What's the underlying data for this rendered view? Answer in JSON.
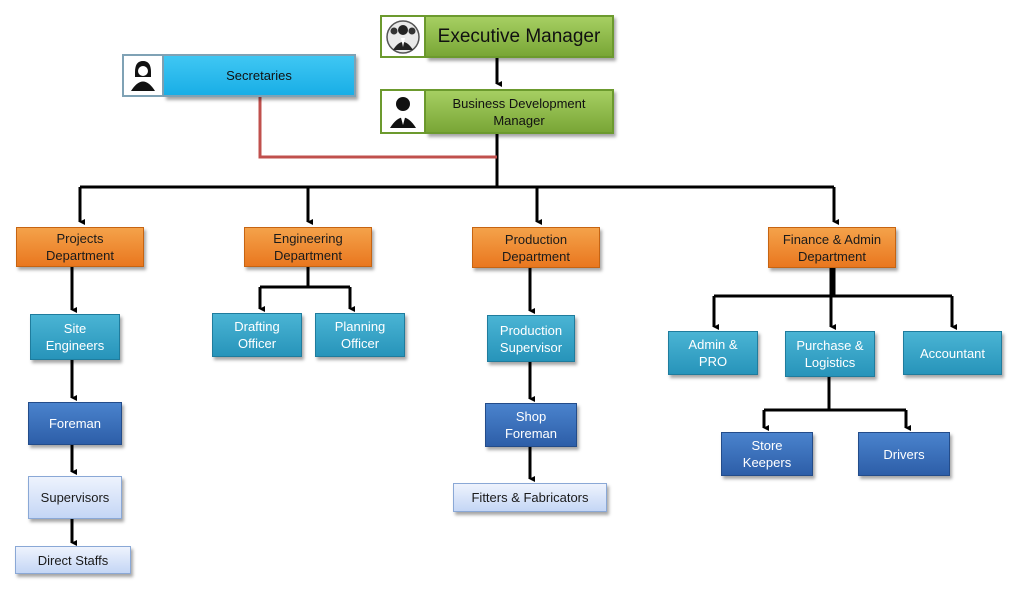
{
  "nodes": {
    "executive_manager": "Executive Manager",
    "secretaries": "Secretaries",
    "business_dev_manager": "Business Development Manager",
    "projects_dept": "Projects Department",
    "engineering_dept": "Engineering Department",
    "production_dept": "Production Department",
    "finance_dept": "Finance & Admin Department",
    "site_engineers": "Site Engineers",
    "foreman": "Foreman",
    "supervisors": "Supervisors",
    "direct_staffs": "Direct Staffs",
    "drafting_officer": "Drafting Officer",
    "planning_officer": "Planning Officer",
    "production_supervisor": "Production Supervisor",
    "shop_foreman": "Shop Foreman",
    "fitters_fabricators": "Fitters & Fabricators",
    "admin_pro": "Admin & PRO",
    "purchase_logistics": "Purchase & Logistics",
    "accountant": "Accountant",
    "store_keepers": "Store Keepers",
    "drivers": "Drivers"
  },
  "icons": {
    "executive": "businessman-group-icon",
    "secretaries": "businesswoman-icon",
    "business_dev": "businessman-icon"
  },
  "colors": {
    "top_level": "#79a636",
    "secretaries": "#19aee6",
    "departments": "#e9771f",
    "teams": "#2794ba",
    "foremen": "#2d5ea8",
    "staff": "#c4d6f5",
    "connector": "#000000",
    "secretary_connector": "#c0504d"
  }
}
